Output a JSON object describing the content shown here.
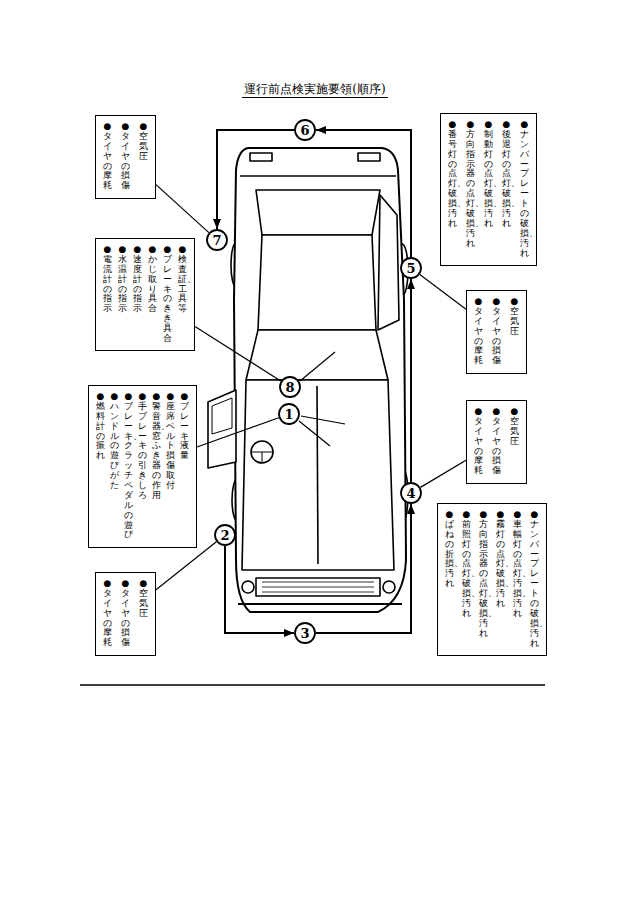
{
  "diagram": {
    "title": "運行前点検実施要領(順序)",
    "nodes": [
      {
        "text": [
          "1"
        ]
      },
      {
        "text": [
          "●燃料計の振れ",
          "●ハンドルの遊びがた",
          "●ブレーキ、クラッチペダルの遊び",
          "●手ブレーキの引きしろ",
          "●警音器、窓ふき器の作用",
          "●座席ベルト損傷取付",
          "●ブレーキ液量"
        ]
      },
      {
        "text": [
          "2"
        ]
      },
      {
        "text": [
          "●タイヤの摩耗",
          "●タイヤの損傷",
          "●空気圧"
        ]
      },
      {
        "text": [
          "3"
        ]
      },
      {
        "text": [
          "●ばねの折損、汚れ",
          "●前照灯の点灯、破損、汚れ",
          "●方向指示器の点灯、破損、汚れ",
          "●霧灯の点灯、破損、汚れ",
          "●車幅灯の点灯、汚損、汚れ",
          "●ナンバープレートの破損、汚れ"
        ]
      },
      {
        "text": [
          "4"
        ]
      },
      {
        "text": [
          "●タイヤの摩耗",
          "●タイヤの損傷",
          "●空気圧"
        ]
      },
      {
        "text": [
          "5"
        ]
      },
      {
        "text": [
          "●タイヤの摩耗",
          "●タイヤの損傷",
          "●空気圧"
        ]
      },
      {
        "text": [
          "6"
        ]
      },
      {
        "text": [
          "●番号灯の点灯、破損、汚れ",
          "●方向指示器の点灯、破損、汚れ",
          "●制動灯の点灯、破損、汚れ",
          "●後退灯の点灯、破損、汚れ",
          "●ナンバープレートの破損、汚れ"
        ]
      },
      {
        "text": [
          "7"
        ]
      },
      {
        "text": [
          "●タイヤの摩耗",
          "●タイヤの損傷",
          "●空気圧"
        ]
      },
      {
        "text": [
          "8"
        ]
      },
      {
        "text": [
          "●電流計の指示",
          "●水温計の指示",
          "●速度計の指示",
          "●かじ取り具合",
          "●ブレーキのきき具合",
          "●検査証、工具等"
        ]
      }
    ],
    "edges": [
      {
        "from": 2,
        "to": 4,
        "arrow": "to"
      },
      {
        "from": 4,
        "to": 6,
        "arrow": "to"
      },
      {
        "from": 6,
        "to": 8,
        "arrow": "to"
      },
      {
        "from": 8,
        "to": 10,
        "arrow": "to"
      },
      {
        "from": 10,
        "to": 12,
        "arrow": "to"
      },
      {
        "from": 0,
        "to": 1,
        "arrow": "none"
      },
      {
        "from": 2,
        "to": 3,
        "arrow": "none"
      },
      {
        "from": 6,
        "to": 7,
        "arrow": "none"
      },
      {
        "from": 8,
        "to": 9,
        "arrow": "none"
      },
      {
        "from": 12,
        "to": 13,
        "arrow": "none"
      },
      {
        "from": 14,
        "to": 15,
        "arrow": "none"
      }
    ]
  }
}
